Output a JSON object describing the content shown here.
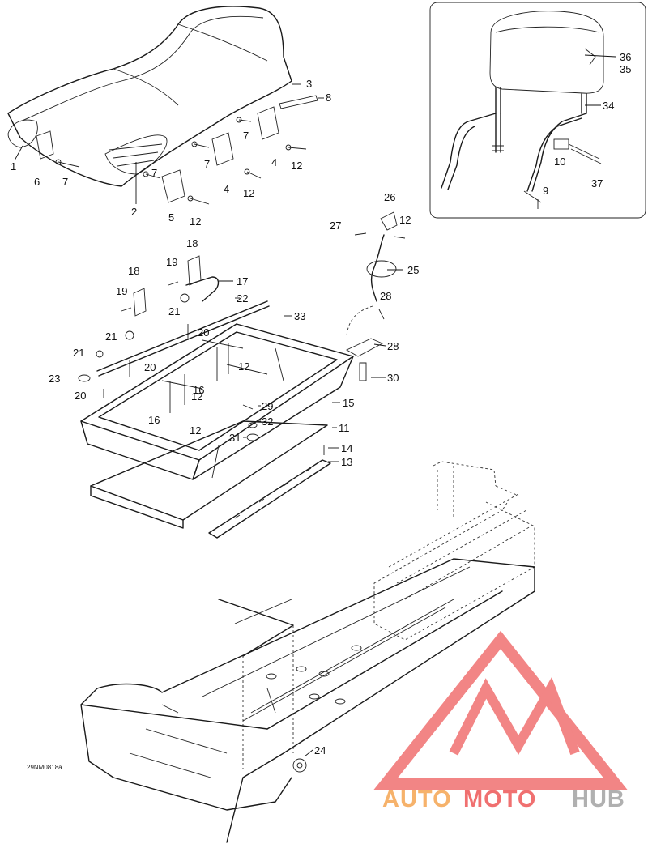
{
  "diagram_code": "29NM0818a",
  "watermark": {
    "text_auto": "AUTO",
    "text_moto": "MOTO",
    "text_hub": "HUB",
    "color_triangle": "#f07070",
    "color_auto": "#f6b26b",
    "color_moto": "#f07070",
    "color_hub": "#b0b0b0"
  },
  "callouts": {
    "c1": "1",
    "c2": "2",
    "c3": "3",
    "c4a": "4",
    "c4b": "4",
    "c5": "5",
    "c6": "6",
    "c7a": "7",
    "c7b": "7",
    "c7c": "7",
    "c7d": "7",
    "c8": "8",
    "c9": "9",
    "c10": "10",
    "c11": "11",
    "c12a": "12",
    "c12b": "12",
    "c12c": "12",
    "c12d": "12",
    "c12e": "12",
    "c12f": "12",
    "c12g": "12",
    "c13": "13",
    "c14": "14",
    "c15": "15",
    "c16a": "16",
    "c16b": "16",
    "c17": "17",
    "c18a": "18",
    "c18b": "18",
    "c19a": "19",
    "c19b": "19",
    "c20a": "20",
    "c20b": "20",
    "c20c": "20",
    "c21a": "21",
    "c21b": "21",
    "c21c": "21",
    "c22": "22",
    "c23": "23",
    "c24": "24",
    "c25": "25",
    "c26": "26",
    "c27": "27",
    "c28a": "28",
    "c28b": "28",
    "c29": "29",
    "c30": "30",
    "c31": "31",
    "c32": "32",
    "c33": "33",
    "c34": "34",
    "c35": "35",
    "c36": "36",
    "c37": "37"
  }
}
